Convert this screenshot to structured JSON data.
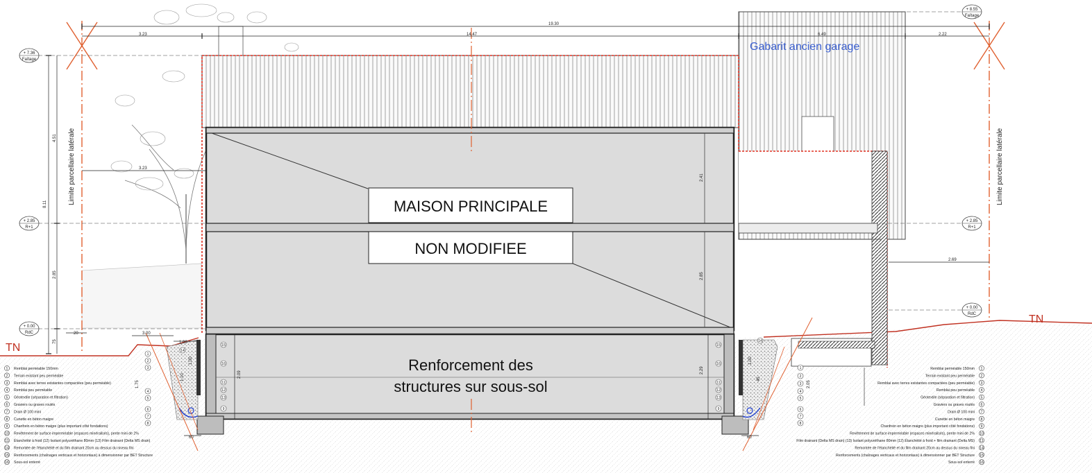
{
  "labels": {
    "maison_line1": "MAISON PRINCIPALE",
    "maison_line2": "NON MODIFIEE",
    "renforcement_line1": "Renforcement des",
    "renforcement_line2": "structures sur sous-sol",
    "gabarit": "Gabarit ancien garage",
    "limite_left": "Limite parcellaire latérale",
    "limite_right": "Limite parcellaire latérale",
    "tn_left": "TN",
    "tn_right": "TN"
  },
  "dimensions": {
    "overall_width": "19.30",
    "left_offset": "3.23",
    "main_width": "14.47",
    "garage_width": "6.49",
    "right_offset": "2.22",
    "total_height": "8.11",
    "upper_height": "4.51",
    "ground_floor_height": "2.85",
    "foundation_small": "75",
    "setback_mid": "3.23",
    "right_span": "2.69",
    "inner_upper": "2.41",
    "inner_lower": "2.85",
    "sous_sol_height": "2.09",
    "sous_sol_height_right": "2.29",
    "footing_width_left": "60",
    "footing_width_right": "60",
    "small_left_1": "1.00",
    "small_left_2": "3.00",
    "small_left_3": "20",
    "small_left_4": "1.75",
    "small_vert_1": "1.10",
    "small_vert_2": "1.00",
    "small_right_1": "1.00",
    "small_right_2": "45",
    "small_right_3": "2.05"
  },
  "levels": {
    "faitage_left": {
      "value": "+ 7.36",
      "name": "Faîtage"
    },
    "faitage_right": {
      "value": "+ 8.55",
      "name": "Faîtage"
    },
    "r1_left": {
      "value": "+ 2.85",
      "name": "R+1"
    },
    "r1_right": {
      "value": "+ 2.85",
      "name": "R+1"
    },
    "rdc_left": {
      "value": "+ 0.00",
      "name": "RdC"
    },
    "rdc_right": {
      "value": "+ 0.00",
      "name": "RdC"
    }
  },
  "legend_left": [
    {
      "num": "1",
      "text": "Remblai perméable 150mm"
    },
    {
      "num": "2",
      "text": "Terrain existant peu perméable"
    },
    {
      "num": "3",
      "text": "Remblai avec terres existantes compactées (peu perméable)"
    },
    {
      "num": "4",
      "text": "Remblai peu perméable"
    },
    {
      "num": "5",
      "text": "Géotextile (séparation et filtration)"
    },
    {
      "num": "6",
      "text": "Graviers ou graves roulés"
    },
    {
      "num": "7",
      "text": "Drain Ø 100 mini"
    },
    {
      "num": "8",
      "text": "Cunette en béton maigre"
    },
    {
      "num": "9",
      "text": "Chanfrein en béton maigre (plus important côté fondations)"
    },
    {
      "num": "10",
      "text": "Revêtement de surface imperméable (espaces minéralisés), pente mini de 2%"
    },
    {
      "num": "11",
      "text": "Étanchéité à froid   (12) Isolant polyuréthane 80mm   (13) Film drainant (Delta MS drain)"
    },
    {
      "num": "14",
      "text": "Remontée de l'étanchéité et du film drainant 20cm au dessus du niveau fini"
    },
    {
      "num": "15",
      "text": "Renforcements (chaînages verticaux et horizontaux) à dimensionner par BET Structure"
    },
    {
      "num": "16",
      "text": "Sous-sol enterré"
    }
  ],
  "legend_right": [
    {
      "num": "1",
      "text": "Remblai perméable 150mm"
    },
    {
      "num": "2",
      "text": "Terrain existant peu perméable"
    },
    {
      "num": "3",
      "text": "Remblai avec terres existantes compactées (peu perméable)"
    },
    {
      "num": "4",
      "text": "Remblai peu perméable"
    },
    {
      "num": "5",
      "text": "Géotextile (séparation et filtration)"
    },
    {
      "num": "6",
      "text": "Graviers ou graves roulés"
    },
    {
      "num": "7",
      "text": "Drain Ø 100 mini"
    },
    {
      "num": "8",
      "text": "Cunette en béton maigre"
    },
    {
      "num": "9",
      "text": "Chanfrein en béton maigre (plus important côté fondations)"
    },
    {
      "num": "10",
      "text": "Revêtement de surface imperméable (espaces minéralisés), pente mini de 2%"
    },
    {
      "num": "11",
      "text": "Film drainant (Delta MS drain)  (13) Isolant polyuréthane 80mm  (12) Étanchéité à froid + film drainant (Delta MS)"
    },
    {
      "num": "14",
      "text": "Remontée de l'étanchéité et du film drainant 20cm au dessus du niveau fini"
    },
    {
      "num": "15",
      "text": "Renforcements (chaînages verticaux et horizontaux) à dimensionner par BET Structure"
    },
    {
      "num": "16",
      "text": "Sous-sol enterré"
    }
  ],
  "colors": {
    "section_fill": "#dcdcdc",
    "hatch_fill": "#f4f4f4",
    "red_dashed": "#e03020",
    "axis_orange": "#e06030",
    "gabarit_blue": "#3a5fd0",
    "line": "#333333"
  }
}
